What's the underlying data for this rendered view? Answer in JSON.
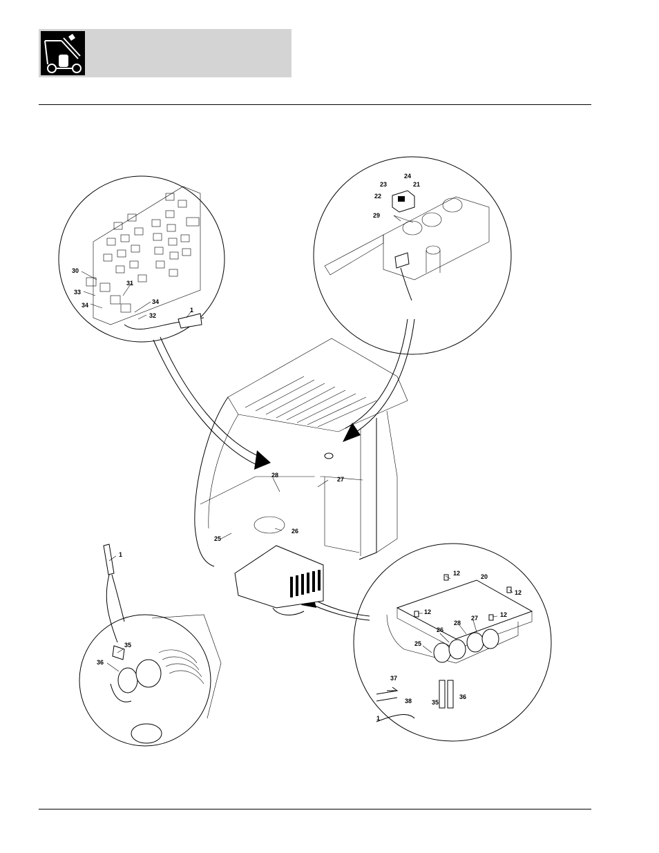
{
  "header": {
    "icon": "loader-machine-icon",
    "background": "#d4d4d4"
  },
  "callouts": {
    "top_left": {
      "c30": "30",
      "c31": "31",
      "c33": "33",
      "c34a": "34",
      "c34b": "34",
      "c32": "32",
      "c1": "1"
    },
    "top_right": {
      "c24": "24",
      "c23": "23",
      "c21": "21",
      "c22": "22",
      "c29": "29"
    },
    "center": {
      "c28": "28",
      "c27": "27",
      "c25": "25",
      "c26": "26"
    },
    "bottom_left": {
      "c1": "1",
      "c35": "35",
      "c36": "36"
    },
    "bottom_right": {
      "c12a": "12",
      "c20": "20",
      "c12b": "12",
      "c12c": "12",
      "c12d": "12",
      "c28": "28",
      "c27": "27",
      "c26": "26",
      "c25": "25",
      "c37": "37",
      "c38": "38",
      "c35": "35",
      "c36": "36",
      "c1": "1"
    }
  }
}
